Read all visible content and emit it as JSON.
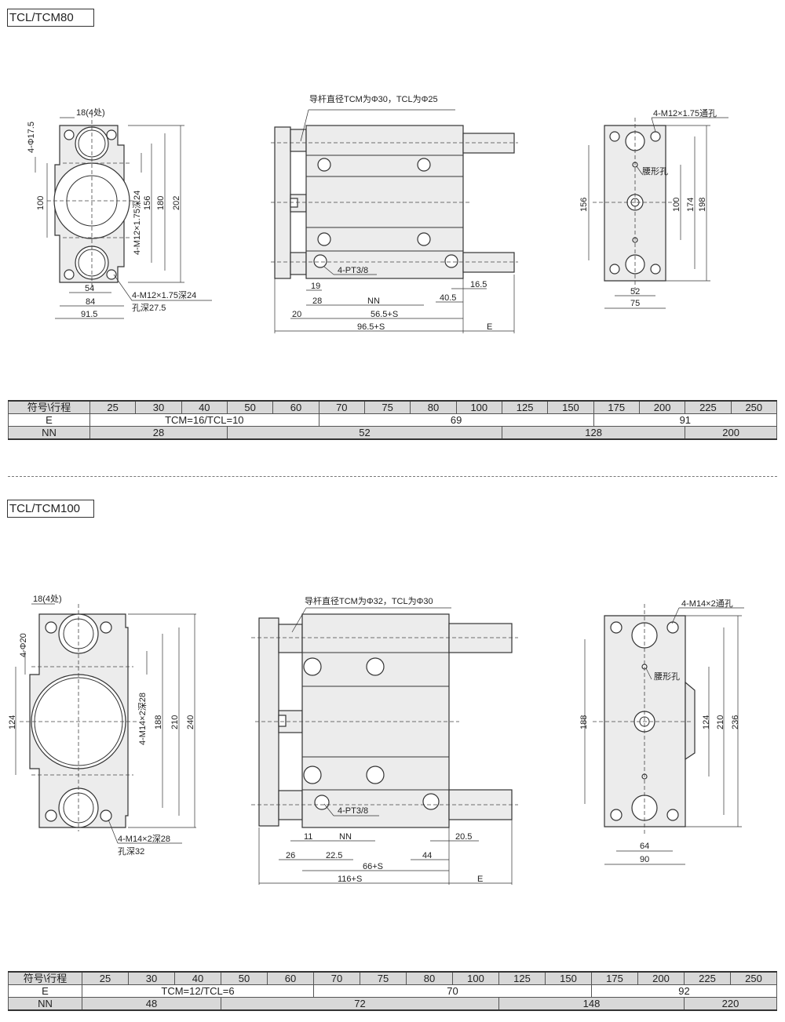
{
  "sections": [
    {
      "title": "TCL/TCM80",
      "front": {
        "pitch_label": "18(4处)",
        "hole_label": "4-Φ17.5",
        "dim_100": "100",
        "thread_side": "4-M12×1.75深24",
        "dim_156": "156",
        "dim_180": "180",
        "dim_202": "202",
        "dim_54": "54",
        "dim_84": "84",
        "dim_91_5": "91.5",
        "thread_note": "4-M12×1.75深24",
        "depth_note": "孔深27.5"
      },
      "side": {
        "rod_note": "导杆直径TCM为Φ30，TCL为Φ25",
        "port": "4-PT3/8",
        "dim_a": "19",
        "dim_b": "28",
        "nn": "NN",
        "dim_right_a": "16.5",
        "dim_right_b": "40.5",
        "dim_flange": "20",
        "dim_body": "56.5+S",
        "dim_total": "96.5+S",
        "e": "E"
      },
      "end": {
        "thread_note": "4-M12×1.75通孔",
        "slot_note": "腰形孔",
        "dim_left": "156",
        "dim_1": "100",
        "dim_2": "174",
        "dim_3": "198",
        "dim_w1": "52",
        "dim_w2": "75"
      },
      "table": {
        "header": "符号\\行程",
        "strokes": [
          "25",
          "30",
          "40",
          "50",
          "60",
          "70",
          "75",
          "80",
          "100",
          "125",
          "150",
          "175",
          "200",
          "225",
          "250"
        ],
        "e_label": "E",
        "e_values": [
          "TCM=16/TCL=10",
          "69",
          "91"
        ],
        "nn_label": "NN",
        "nn_values": [
          "28",
          "52",
          "128",
          "200"
        ]
      }
    },
    {
      "title": "TCL/TCM100",
      "front": {
        "pitch_label": "18(4处)",
        "hole_label": "4-Φ20",
        "dim_124": "124",
        "thread_side": "4-M14×2深28",
        "dim_188": "188",
        "dim_210": "210",
        "dim_240": "240",
        "thread_note": "4-M14×2深28",
        "depth_note": "孔深32"
      },
      "side": {
        "rod_note": "导杆直径TCM为Φ32，TCL为Φ30",
        "port": "4-PT3/8",
        "dim_a": "11",
        "nn": "NN",
        "dim_right_a": "20.5",
        "dim_flange": "26",
        "dim_b": "22.5",
        "dim_right_b": "44",
        "dim_body": "66+S",
        "dim_total": "116+S",
        "e": "E"
      },
      "end": {
        "thread_note": "4-M14×2通孔",
        "slot_note": "腰形孔",
        "dim_left": "188",
        "dim_1": "124",
        "dim_2": "210",
        "dim_3": "236",
        "dim_w1": "64",
        "dim_w2": "90"
      },
      "table": {
        "header": "符号\\行程",
        "strokes": [
          "25",
          "30",
          "40",
          "50",
          "60",
          "70",
          "75",
          "80",
          "100",
          "125",
          "150",
          "175",
          "200",
          "225",
          "250"
        ],
        "e_label": "E",
        "e_values": [
          "TCM=12/TCL=6",
          "70",
          "92"
        ],
        "nn_label": "NN",
        "nn_values": [
          "48",
          "72",
          "148",
          "220"
        ]
      }
    }
  ]
}
